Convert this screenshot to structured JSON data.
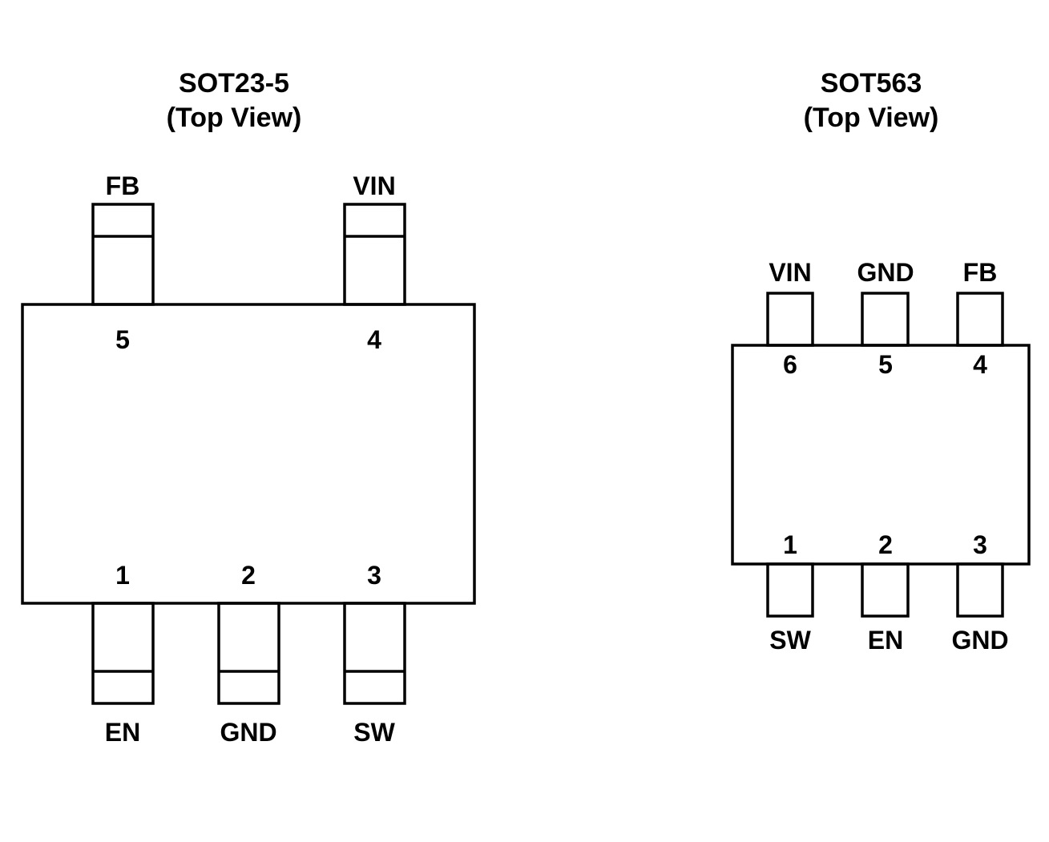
{
  "sot23": {
    "title_line1": "SOT23-5",
    "title_line2": "(Top View)",
    "pins": [
      {
        "number": "1",
        "name": "EN"
      },
      {
        "number": "2",
        "name": "GND"
      },
      {
        "number": "3",
        "name": "SW"
      },
      {
        "number": "4",
        "name": "VIN"
      },
      {
        "number": "5",
        "name": "FB"
      }
    ]
  },
  "sot563": {
    "title_line1": "SOT563",
    "title_line2": "(Top View)",
    "pins": [
      {
        "number": "1",
        "name": "SW"
      },
      {
        "number": "2",
        "name": "EN"
      },
      {
        "number": "3",
        "name": "GND"
      },
      {
        "number": "4",
        "name": "FB"
      },
      {
        "number": "5",
        "name": "GND"
      },
      {
        "number": "6",
        "name": "VIN"
      }
    ]
  },
  "colors": {
    "line": "#000000",
    "background": "#ffffff"
  }
}
